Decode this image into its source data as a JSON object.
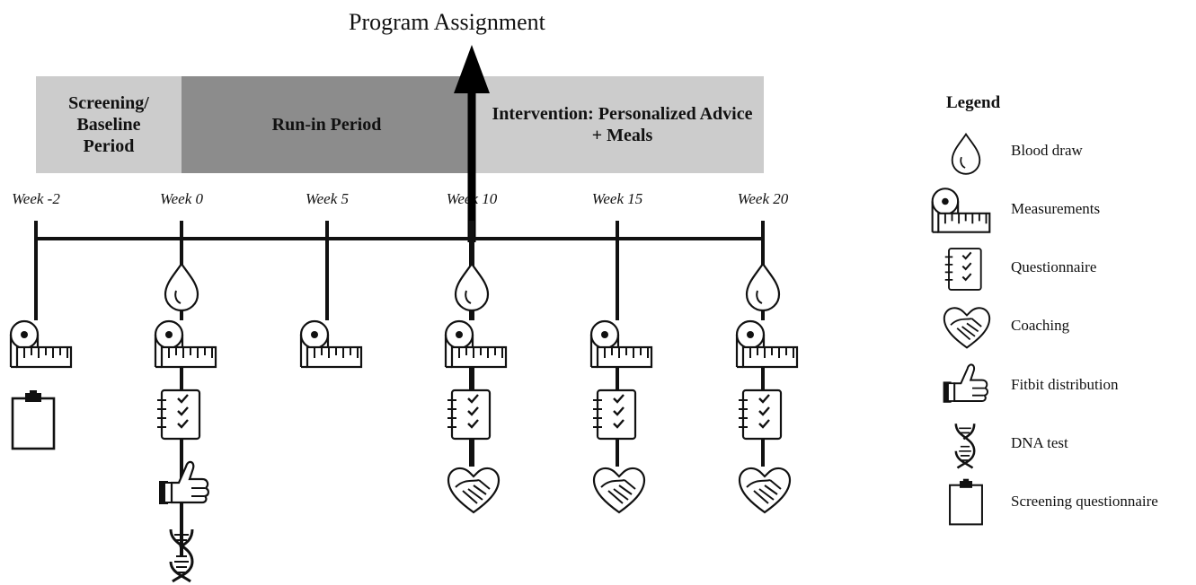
{
  "title": "Program Assignment",
  "phases": [
    {
      "label": "Screening/ Baseline Period",
      "color": "#cccccc"
    },
    {
      "label": "Run-in Period",
      "color": "#8c8c8c"
    },
    {
      "label": "Intervention: Personalized Advice + Meals",
      "color": "#cccccc"
    }
  ],
  "weeks": [
    "Week -2",
    "Week 0",
    "Week 5",
    "Week 10",
    "Week 15",
    "Week 20"
  ],
  "timeline_events": [
    {
      "week": "Week -2",
      "icons": [
        "measurements-icon",
        "screening-questionnaire-icon"
      ]
    },
    {
      "week": "Week 0",
      "icons": [
        "blood-draw-icon",
        "measurements-icon",
        "questionnaire-icon",
        "fitbit-icon",
        "dna-icon"
      ]
    },
    {
      "week": "Week 5",
      "icons": [
        "measurements-icon"
      ]
    },
    {
      "week": "Week 10",
      "icons": [
        "blood-draw-icon",
        "measurements-icon",
        "questionnaire-icon",
        "coaching-icon"
      ]
    },
    {
      "week": "Week 15",
      "icons": [
        "measurements-icon",
        "questionnaire-icon",
        "coaching-icon"
      ]
    },
    {
      "week": "Week 20",
      "icons": [
        "blood-draw-icon",
        "measurements-icon",
        "questionnaire-icon",
        "coaching-icon"
      ]
    }
  ],
  "legend": {
    "title": "Legend",
    "items": [
      {
        "icon": "blood-draw-icon",
        "label": "Blood draw"
      },
      {
        "icon": "measurements-icon",
        "label": "Measurements"
      },
      {
        "icon": "questionnaire-icon",
        "label": "Questionnaire"
      },
      {
        "icon": "coaching-icon",
        "label": "Coaching"
      },
      {
        "icon": "fitbit-icon",
        "label": "Fitbit distribution"
      },
      {
        "icon": "dna-icon",
        "label": "DNA test"
      },
      {
        "icon": "screening-questionnaire-icon",
        "label": "Screening questionnaire"
      }
    ]
  }
}
